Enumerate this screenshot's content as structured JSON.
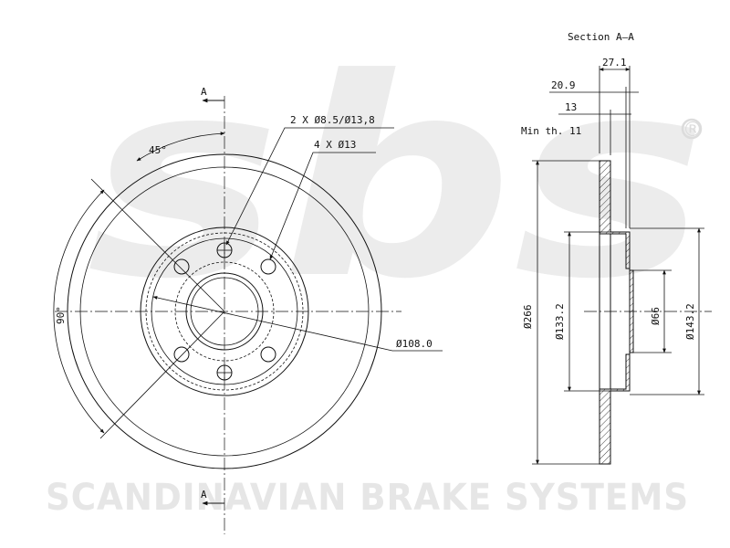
{
  "watermark": {
    "logo": "sbs",
    "registered": "®",
    "brand_name": "SCANDINAVIAN BRAKE SYSTEMS"
  },
  "front_view": {
    "section_marker_top": "A",
    "section_marker_bottom": "A",
    "angle_45": "45°",
    "angle_90": "90°",
    "holes_small": "2 X Ø8.5/Ø13,8",
    "holes_large": "4 X Ø13",
    "pcd": "Ø108.0"
  },
  "section_view": {
    "title": "Section A–A",
    "dim_27_1": "27.1",
    "dim_20_9": "20.9",
    "dim_13": "13",
    "min_thickness": "Min th. 11",
    "dia_266": "Ø266",
    "dia_133_2": "Ø133.2",
    "dia_66": "Ø66",
    "dia_143_2": "Ø143.2"
  }
}
